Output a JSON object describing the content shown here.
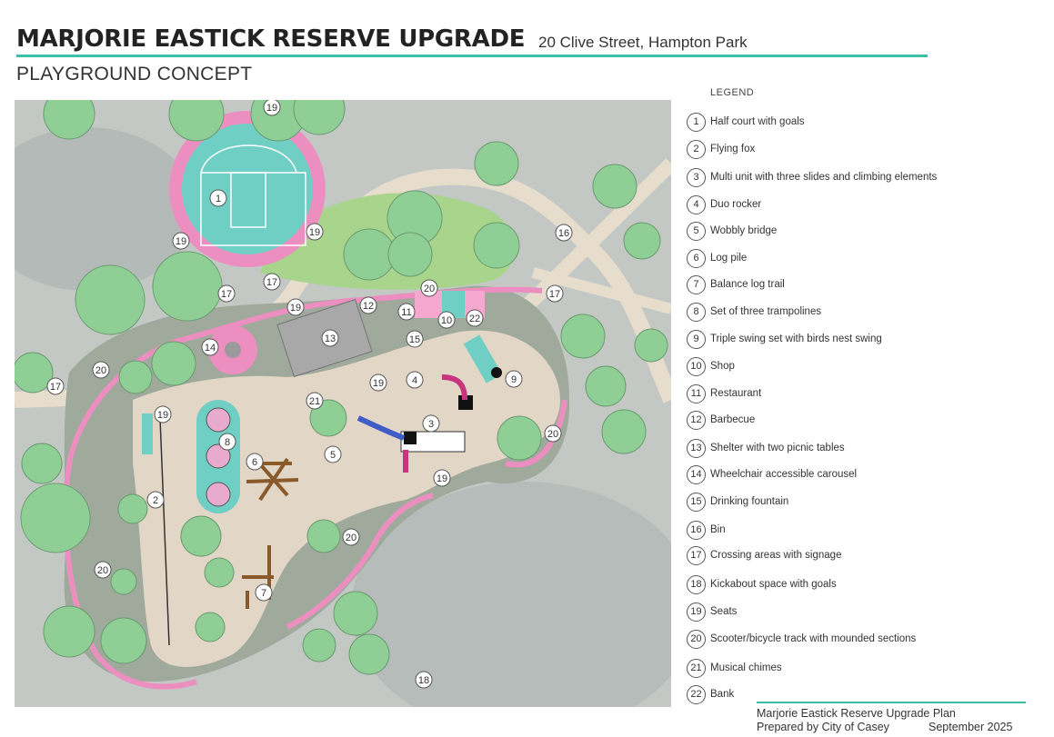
{
  "header": {
    "title": "MARJORIE EASTICK RESERVE UPGRADE",
    "address": "20 Clive Street, Hampton Park",
    "subtitle": "PLAYGROUND CONCEPT"
  },
  "colors": {
    "accent": "#3dbfa7",
    "path_pink": "#ec8fc0",
    "court_teal": "#6fcfc4",
    "grass_green": "#a8d68a",
    "tree_green": "#8fcf95",
    "mulch": "#e2d6c6"
  },
  "map": {
    "labels": [
      "1",
      "2",
      "3",
      "4",
      "5",
      "6",
      "7",
      "8",
      "11",
      "12",
      "13",
      "14",
      "15",
      "16",
      "17",
      "18",
      "19",
      "20",
      "21",
      "22",
      "10"
    ]
  },
  "legend": {
    "title": "LEGEND",
    "items": [
      {
        "num": "1",
        "label": "Half court with goals"
      },
      {
        "num": "2",
        "label": "Flying fox"
      },
      {
        "num": "3",
        "label": "Multi unit with three slides and climbing elements"
      },
      {
        "num": "4",
        "label": "Duo rocker"
      },
      {
        "num": "5",
        "label": "Wobbly bridge"
      },
      {
        "num": "6",
        "label": "Log pile"
      },
      {
        "num": "7",
        "label": "Balance log trail"
      },
      {
        "num": "8",
        "label": "Set of three trampolines"
      },
      {
        "num": "9",
        "label": "Triple swing set with birds nest swing"
      },
      {
        "num": "10",
        "label": "Shop"
      },
      {
        "num": "11",
        "label": "Restaurant"
      },
      {
        "num": "12",
        "label": "Barbecue"
      },
      {
        "num": "13",
        "label": "Shelter with two picnic tables"
      },
      {
        "num": "14",
        "label": "Wheelchair accessible carousel"
      },
      {
        "num": "15",
        "label": "Drinking fountain"
      },
      {
        "num": "16",
        "label": "Bin"
      },
      {
        "num": "17",
        "label": "Crossing areas with signage"
      },
      {
        "num": "18",
        "label": "Kickabout space with goals"
      },
      {
        "num": "19",
        "label": "Seats"
      },
      {
        "num": "20",
        "label": "Scooter/bicycle track with mounded sections"
      },
      {
        "num": "21",
        "label": "Musical chimes"
      },
      {
        "num": "22",
        "label": "Bank"
      }
    ]
  },
  "footer": {
    "line1": "Marjorie Eastick Reserve Upgrade Plan",
    "line2": "Prepared by City of Casey",
    "date": "September 2025"
  }
}
